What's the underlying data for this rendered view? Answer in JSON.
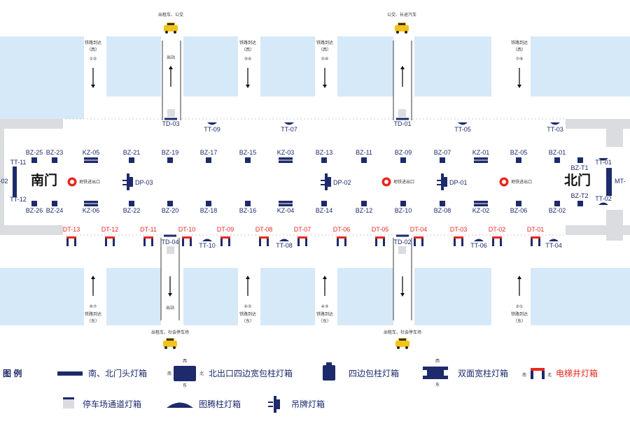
{
  "halls": {
    "south": "南门",
    "north": "北门"
  },
  "exit_sign": "地铁进出口",
  "top_dests": [
    {
      "text": "出租车、公交"
    },
    {
      "text": "公交、长途汽车"
    }
  ],
  "bottom_dests": [
    {
      "text": "出租车、社会停车场"
    },
    {
      "text": "出租车、社会停车场"
    }
  ],
  "rail_top": {
    "line1": "铁路到达",
    "line2": "（西）"
  },
  "rail_bottom": {
    "line1": "铁路到达",
    "line2": "（东）"
  },
  "exit_word": "出站",
  "rail_digits_top": [
    "①②",
    "③④",
    "⑤⑥",
    "⑦⑧"
  ],
  "rail_digits_bottom": [
    "⑧⑦",
    "⑥⑤",
    "④③",
    "②①"
  ],
  "tt_top": [
    "TT-09",
    "TT-07",
    "TT-05",
    "TT-03"
  ],
  "td_top": [
    "TD-03",
    "TD-01"
  ],
  "bz_top": [
    "BZ-25",
    "BZ-23",
    "BZ-21",
    "BZ-19",
    "BZ-17",
    "BZ-15",
    "BZ-13",
    "BZ-11",
    "BZ-09",
    "BZ-07",
    "BZ-05",
    "BZ-01"
  ],
  "kz_top": [
    "KZ-05",
    "KZ-03",
    "KZ-01"
  ],
  "bz_bottom": [
    "BZ-26",
    "BZ-24",
    "BZ-22",
    "BZ-20",
    "BZ-18",
    "BZ-16",
    "BZ-14",
    "BZ-12",
    "BZ-10",
    "BZ-08",
    "BZ-06",
    "BZ-02"
  ],
  "kz_bottom": [
    "KZ-06",
    "KZ-04",
    "KZ-02"
  ],
  "dp": [
    "DP-03",
    "DP-02",
    "DP-01"
  ],
  "dt": [
    "DT-13",
    "DT-12",
    "DT-11",
    "DT-10",
    "DT-09",
    "DT-08",
    "DT-07",
    "DT-06",
    "DT-05",
    "DT-04",
    "DT-03",
    "DT-02",
    "DT-01"
  ],
  "tt_bottom": [
    "TT-10",
    "TT-08",
    "TT-06",
    "TT-04"
  ],
  "td_bottom": [
    "TD-04",
    "TD-02"
  ],
  "west": {
    "tt_top": "TT-11",
    "tt_bottom": "TT-12",
    "mt": "-02"
  },
  "east": {
    "tt_top": "TT-01",
    "tt_bottom": "TT-02",
    "bz_t1": "BZ-T1",
    "bz_t2": "BZ-T2",
    "mt": "MT-"
  },
  "legend": {
    "title": "图 例",
    "items": [
      {
        "label": "南、北门头灯箱"
      },
      {
        "label": "北出口四边宽包柱灯箱"
      },
      {
        "label": "四边包柱灯箱"
      },
      {
        "label": "双面宽柱灯箱"
      },
      {
        "label": "电梯井灯箱"
      },
      {
        "label": "停车场通道灯箱"
      },
      {
        "label": "图腾柱灯箱"
      },
      {
        "label": "吊牌灯箱"
      }
    ],
    "compass": {
      "west": "西",
      "east": "东",
      "south": "南",
      "north": "北"
    }
  },
  "colors": {
    "navy": "#1d2a6b",
    "red": "#e8281e",
    "block": "#d6e9f8",
    "gray": "#dadcdf",
    "taxi": "#f3c318"
  }
}
